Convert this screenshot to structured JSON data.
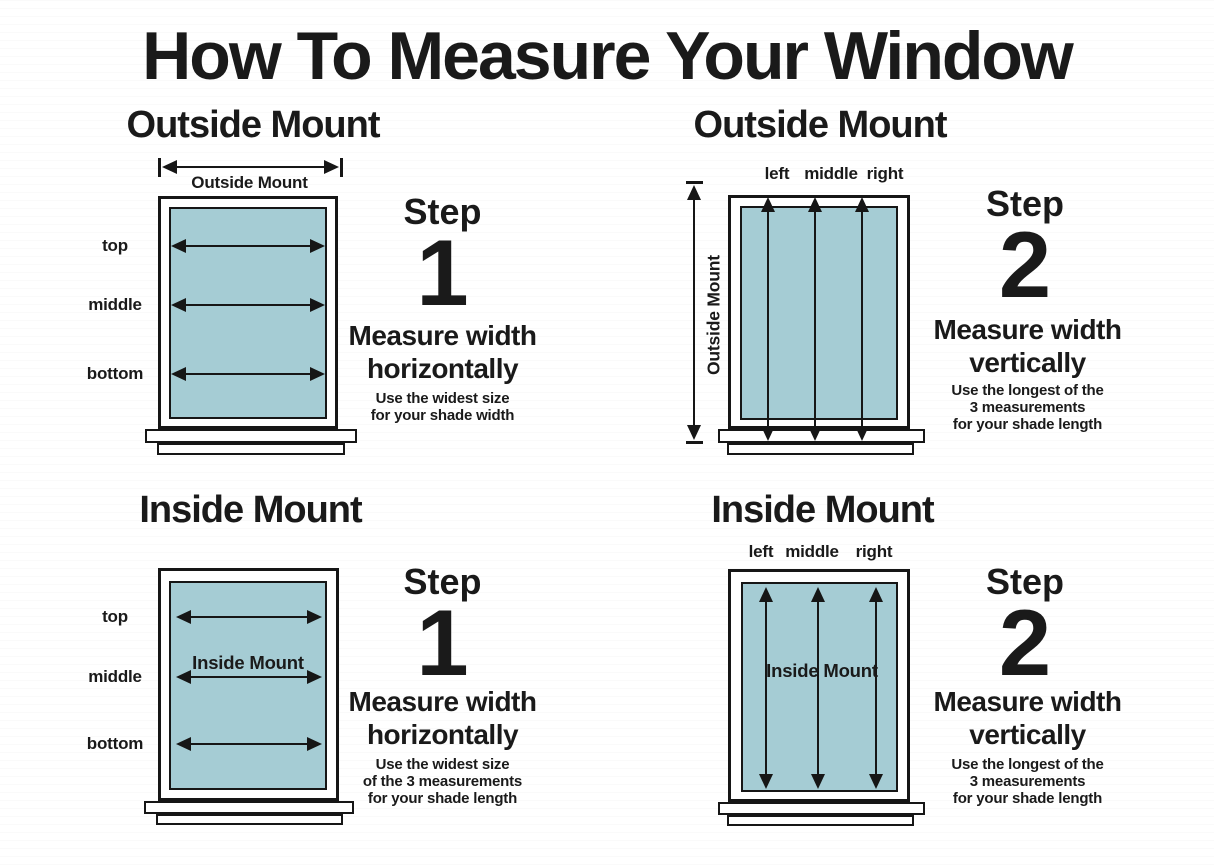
{
  "title": "How To Measure Your Window",
  "colors": {
    "glass_blue": "#a5ccd4",
    "ink": "#1a1a1a"
  },
  "sections": {
    "outside_horizontal": {
      "heading": "Outside Mount",
      "measure_label": "Outside Mount",
      "row_labels": [
        "top",
        "middle",
        "bottom"
      ],
      "step": {
        "word": "Step",
        "number": "1",
        "line1": "Measure width",
        "line2": "horizontally",
        "notes": [
          "Use the widest size",
          "for your shade width"
        ]
      }
    },
    "outside_vertical": {
      "heading": "Outside Mount",
      "measure_label": "Outside Mount",
      "col_labels": [
        "left",
        "middle",
        "right"
      ],
      "step": {
        "word": "Step",
        "number": "2",
        "line1": "Measure width",
        "line2": "vertically",
        "notes": [
          "Use the longest of the",
          "3 measurements",
          "for your shade length"
        ]
      }
    },
    "inside_horizontal": {
      "heading": "Inside Mount",
      "glass_label": "Inside Mount",
      "row_labels": [
        "top",
        "middle",
        "bottom"
      ],
      "step": {
        "word": "Step",
        "number": "1",
        "line1": "Measure width",
        "line2": "horizontally",
        "notes": [
          "Use the widest size",
          "of the 3 measurements",
          "for your shade length"
        ]
      }
    },
    "inside_vertical": {
      "heading": "Inside Mount",
      "glass_label": "Inside Mount",
      "col_labels": [
        "left",
        "middle",
        "right"
      ],
      "step": {
        "word": "Step",
        "number": "2",
        "line1": "Measure width",
        "line2": "vertically",
        "notes": [
          "Use the longest of the",
          "3 measurements",
          "for your shade length"
        ]
      }
    }
  }
}
